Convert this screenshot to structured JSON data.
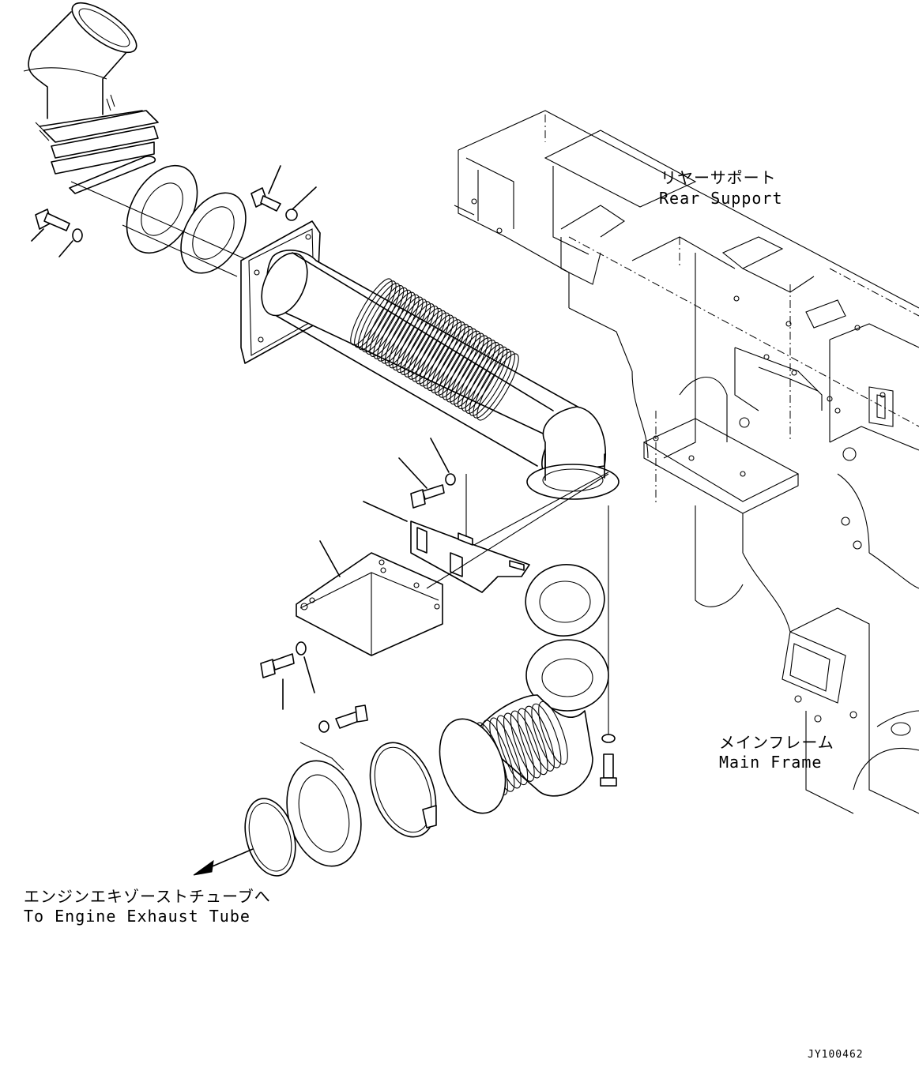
{
  "labels": {
    "rear_support_jp": "リヤーサポート",
    "rear_support_en": "Rear Support",
    "main_frame_jp": "メインフレーム",
    "main_frame_en": "Main Frame",
    "exhaust_jp": "エンジンエキゾーストチューブへ",
    "exhaust_en": "To Engine Exhaust Tube",
    "drawing_code": "JY100462"
  }
}
